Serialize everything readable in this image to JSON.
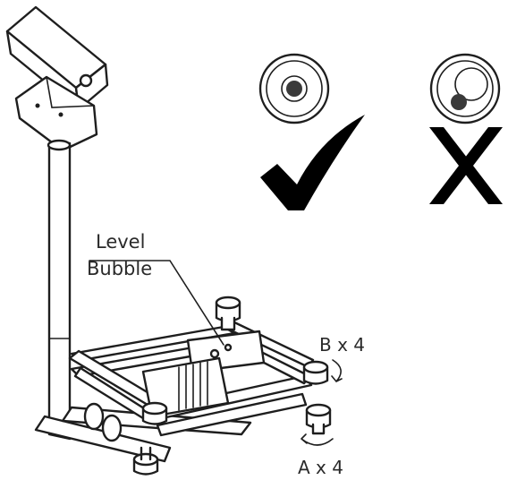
{
  "labels": {
    "level_line1": "Level",
    "level_line2": "Bubble",
    "b_count": "B x 4",
    "a_count": "A x 4"
  },
  "level_indicator": {
    "correct": "bubble-centered",
    "incorrect": "bubble-off-center"
  },
  "colors": {
    "line": "#1e1e1e",
    "mark": "#000000",
    "bubble": "#3a3a3a",
    "background": "#ffffff"
  }
}
